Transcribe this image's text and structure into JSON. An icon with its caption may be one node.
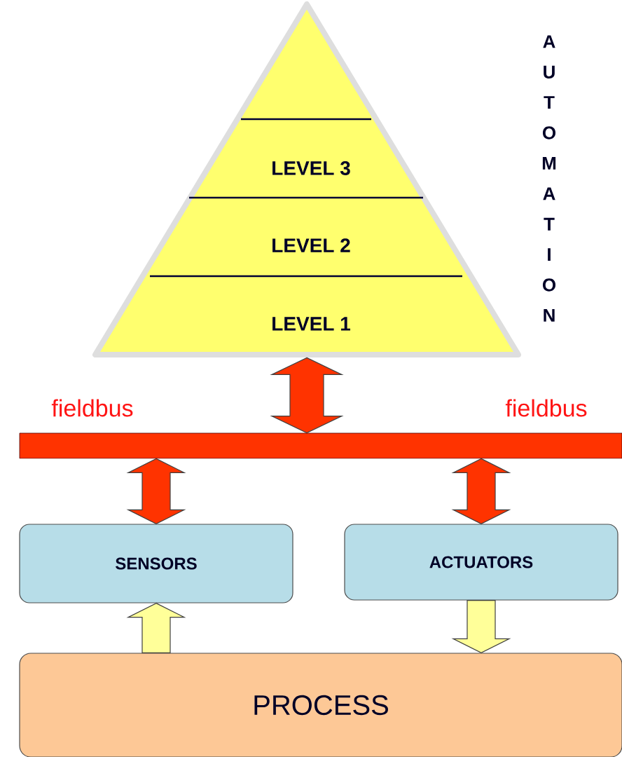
{
  "diagram": {
    "nodes": [
      {
        "text": [],
        "shape": "triangle"
      },
      {
        "text": [
          "LEVEL 3"
        ],
        "in": 0
      },
      {
        "text": [
          "LEVEL 2"
        ],
        "in": 0
      },
      {
        "text": [
          "LEVEL 1"
        ],
        "in": 0
      },
      {
        "text": [],
        "shape": "bar",
        "beside": [
          "fieldbus",
          "fieldbus"
        ]
      },
      {
        "text": [
          "SENSORS"
        ]
      },
      {
        "text": [
          "ACTUATORS"
        ]
      },
      {
        "text": [
          "PROCESS"
        ]
      }
    ],
    "edges": [
      {
        "from": 0,
        "to": 4,
        "arrow": "both",
        "color": "#ff3300"
      },
      {
        "from": 4,
        "to": 5,
        "arrow": "both",
        "color": "#ff3300"
      },
      {
        "from": 4,
        "to": 6,
        "arrow": "both",
        "color": "#ff3300"
      },
      {
        "from": 7,
        "to": 5,
        "arrow": "to",
        "color": "#ffff99"
      },
      {
        "from": 6,
        "to": 7,
        "arrow": "to",
        "color": "#ffff99"
      }
    ],
    "labels": [
      "AUTOMATION"
    ]
  }
}
